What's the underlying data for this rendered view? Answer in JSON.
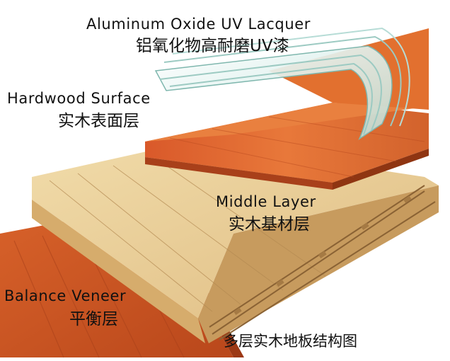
{
  "labels": {
    "lacquer": {
      "en": "Aluminum Oxide UV Lacquer",
      "zh": "铝氧化物高耐磨UV漆"
    },
    "hardwood": {
      "en": "Hardwood Surface",
      "zh": "实木表面层"
    },
    "middle": {
      "en": "Middle Layer",
      "zh": "实木基材层"
    },
    "balance": {
      "en": "Balance Veneer",
      "zh": "平衡层"
    }
  },
  "caption": "多层实木地板结构图",
  "colors": {
    "hardwood": "#c94a1c",
    "hardwood_light": "#e2702f",
    "middle": "#e8c98f",
    "middle_dark": "#b78c52",
    "balance": "#bf521e",
    "lacquer": "#d6efe9"
  }
}
